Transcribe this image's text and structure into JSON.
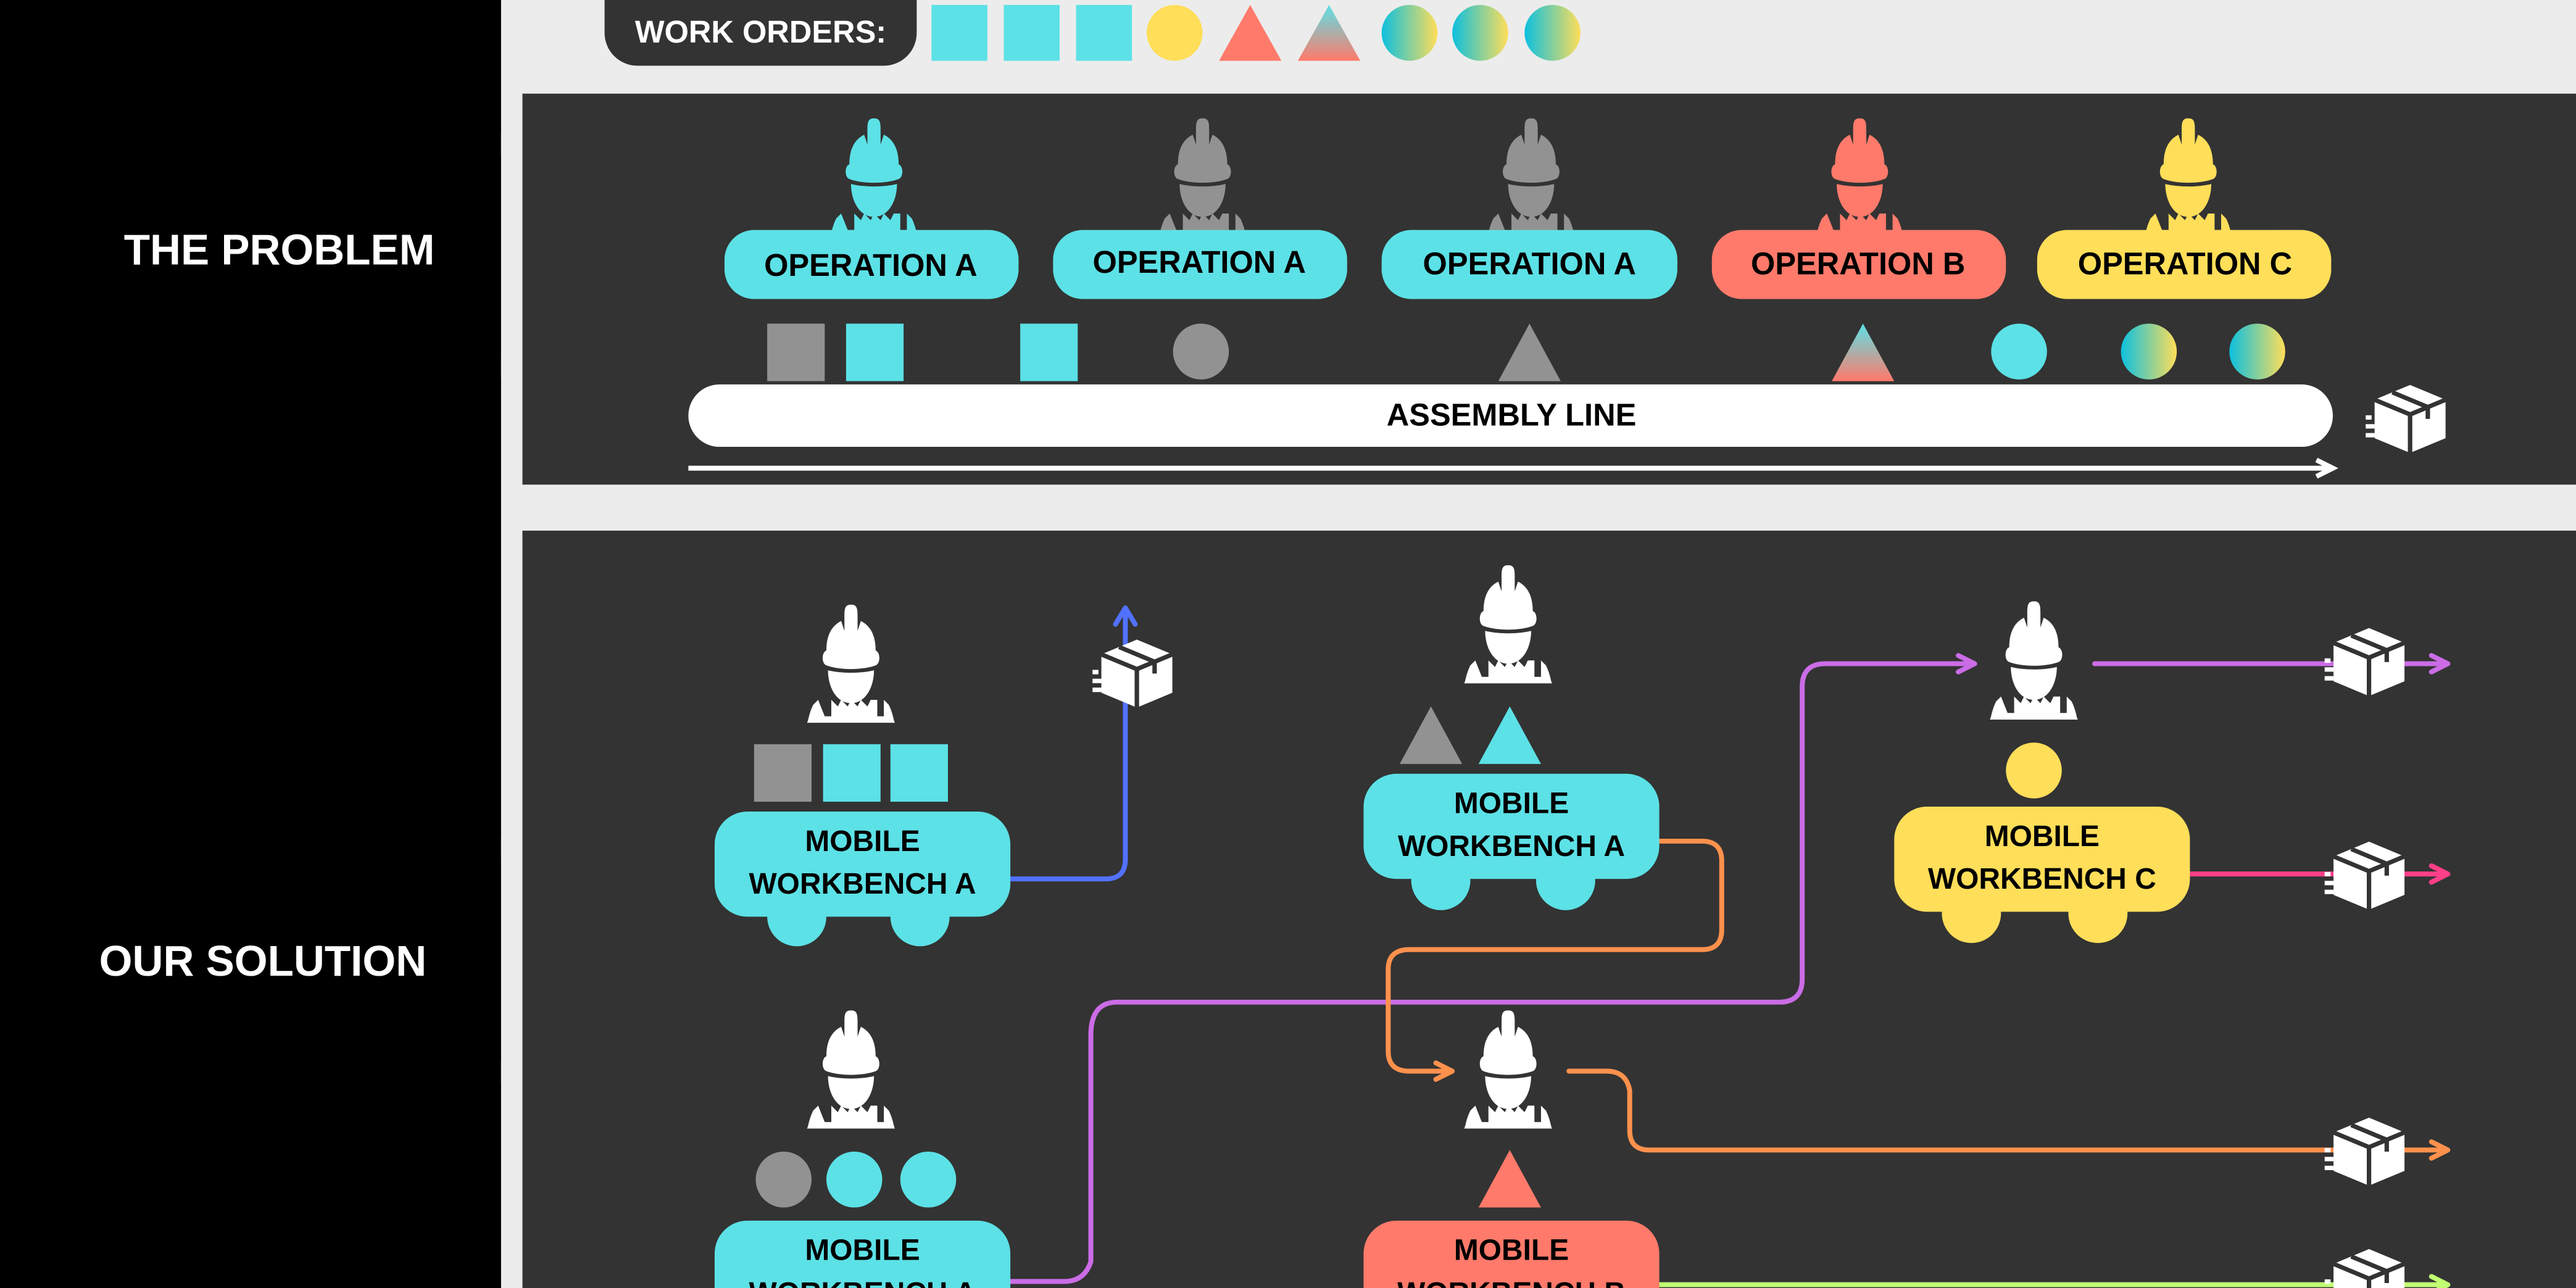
{
  "sections": {
    "problem": "THE PROBLEM",
    "solution": "OUR SOLUTION"
  },
  "work_orders": {
    "label": "WORK ORDERS:"
  },
  "problem": {
    "operations": [
      {
        "label": "OPERATION A",
        "color": "#5ce1e6",
        "worker": "#5ce1e6"
      },
      {
        "label": "OPERATION A",
        "color": "#5ce1e6",
        "worker": "#929292"
      },
      {
        "label": "OPERATION A",
        "color": "#5ce1e6",
        "worker": "#929292"
      },
      {
        "label": "OPERATION B",
        "color": "#ff7a6b",
        "worker": "#ff7a6b"
      },
      {
        "label": "OPERATION C",
        "color": "#ffde59",
        "worker": "#ffde59"
      }
    ],
    "assembly_line": "ASSEMBLY LINE"
  },
  "solution": {
    "benches": [
      {
        "line1": "MOBILE",
        "line2": "WORKBENCH A",
        "color": "#5ce1e6"
      },
      {
        "line1": "MOBILE",
        "line2": "WORKBENCH A",
        "color": "#5ce1e6"
      },
      {
        "line1": "MOBILE",
        "line2": "WORKBENCH C",
        "color": "#ffde59"
      },
      {
        "line1": "MOBILE",
        "line2": "WORKBENCH A",
        "color": "#5ce1e6"
      },
      {
        "line1": "MOBILE",
        "line2": "WORKBENCH B",
        "color": "#ff7a6b"
      }
    ]
  },
  "colors": {
    "cyan": "#5ce1e6",
    "gray": "#929292",
    "coral": "#ff7a6b",
    "yellow": "#ffde59",
    "panel": "#333333",
    "purple": "#cb6ce6",
    "orange": "#ff914d",
    "pink": "#ff3f87",
    "blue": "#5271ff",
    "green": "#c1ff72"
  }
}
